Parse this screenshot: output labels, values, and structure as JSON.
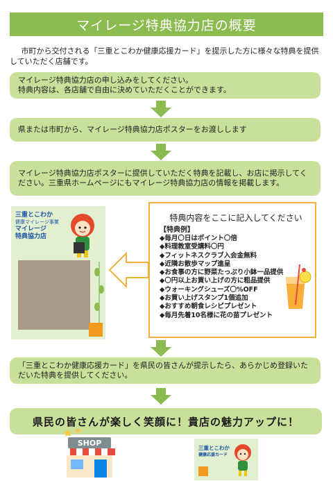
{
  "title": "マイレージ特典協力店の概要",
  "intro": "市町から交付される「三重とこわか健康応援カード」を提示した方に様々な特典を提供していただく店舗です。",
  "steps": [
    {
      "text": "マイレージ特典協力店の申し込みをしてください。\n特典内容は、各店舗で自由に決めていただくことができます。"
    },
    {
      "text": "県または市町から、マイレージ特典協力店ポスターをお渡しします"
    },
    {
      "text": "マイレージ特典協力店ポスターに提供していただく特典を記載し、お店に掲示してください。三重県ホームページにもマイレージ特典協力店の情報を掲載します。"
    },
    {
      "text": "「三重とこわか健康応援カード」を県民の皆さんが提示したら、あらかじめ登録いただいた特典を提供してください。"
    }
  ],
  "poster": {
    "title_line1": "三重とこわか",
    "title_line2": "健康マイレージ事業",
    "title_line3": "マイレージ",
    "title_line4": "特典協力店"
  },
  "benefits": {
    "heading": "特典内容をここに記入してください",
    "example_label": "【特典例】",
    "items": [
      "毎月〇日はポイント〇倍",
      "料理教室受講料〇円",
      "フィットネスクラブ入会金無料",
      "近隣お散歩マップ進呈",
      "お食事の方に野菜たっぷり小鉢一品提供",
      "〇円以上お買い上げの方に粗品提供",
      "ウォーキングシューズ〇%OFF",
      "お買い上げスタンプ1個追加",
      "おすすめ朝食レシピプレゼント",
      "毎月先着10名様に花の苗プレゼント"
    ]
  },
  "slogan": "県民の皆さんが楽しく笑顔に！貴店の魅力アップに！",
  "shop_sign": "SHOP",
  "card": {
    "title_line1": "三重とこわか",
    "title_line2": "健康応援カード"
  },
  "colors": {
    "banner": "#8cbb4f",
    "step_bg": "#c9e09a",
    "arrow": "#8cbb4f",
    "benefit_border": "#f2b23a"
  }
}
